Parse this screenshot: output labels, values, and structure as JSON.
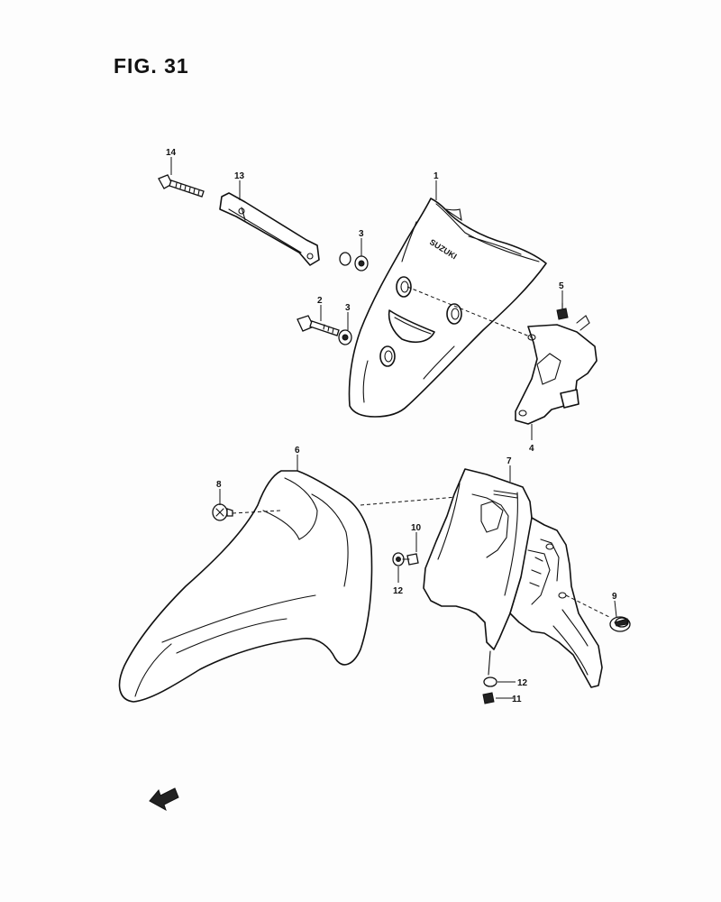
{
  "figure": {
    "title": "FIG. 31",
    "brand_text": "SUZUKI"
  },
  "callouts": {
    "c1": "1",
    "c2": "2",
    "c3a": "3",
    "c3b": "3",
    "c4": "4",
    "c5": "5",
    "c6": "6",
    "c7": "7",
    "c8": "8",
    "c9": "9",
    "c10": "10",
    "c11": "11",
    "c12a": "12",
    "c12b": "12",
    "c13": "13",
    "c14": "14"
  },
  "icons": {
    "front_direction": "direction-arrow-icon"
  }
}
